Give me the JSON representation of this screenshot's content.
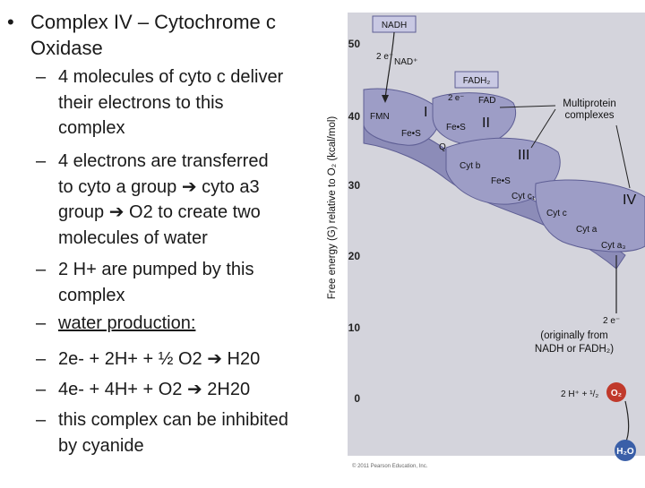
{
  "bullet": {
    "symbol": "•",
    "heading": "Complex IV – Cytochrome c Oxidase",
    "items": [
      {
        "dash": "–",
        "lines": [
          "4 molecules of cyto c deliver",
          "their electrons to this",
          "complex"
        ]
      },
      {
        "dash": "–",
        "lines": [
          "4 electrons are transferred",
          "to cyto a group ➔ cyto a3",
          "group ➔ O2 to create two",
          "molecules of water"
        ]
      },
      {
        "dash": "–",
        "lines": [
          "2 H+ are pumped by this",
          "complex"
        ]
      },
      {
        "dash": "–",
        "lines": [
          "water production:"
        ]
      },
      {
        "dash": "–",
        "lines": [
          "2e- + 2H+ + ½ O2 ➔ H20"
        ]
      },
      {
        "dash": "–",
        "lines": [
          "4e- + 4H+ + O2 ➔ 2H20"
        ]
      },
      {
        "dash": "–",
        "lines": [
          "this complex can be inhibited",
          "by cyanide"
        ]
      }
    ]
  },
  "diagram": {
    "y_axis_label": "Free energy (G) relative to O₂ (kcal/mol)",
    "y_ticks": [
      "50",
      "40",
      "30",
      "20",
      "10",
      "0"
    ],
    "nadh_box": "NADH",
    "labels": {
      "two_e_top": "2 e⁻",
      "nad_plus": "NAD⁺",
      "fadh2": "FADH₂",
      "two_e_fad": "2 e⁻",
      "fad": "FAD",
      "fmn": "FMN",
      "fes_1": "Fe•S",
      "fes_2": "Fe•S",
      "fes_3": "Fe•S",
      "q": "Q",
      "cyt_b": "Cyt b",
      "cyt_c1": "Cyt c₁",
      "cyt_c": "Cyt c",
      "cyt_a": "Cyt a",
      "cyt_a3": "Cyt a₃",
      "two_e_bottom": "2 e⁻",
      "originally_1": "(originally from",
      "originally_2": "NADH or FADH₂)",
      "protons_half": "2 H⁺ + ¹/₂",
      "o2": "O₂",
      "h2o": "H₂O",
      "copyright": "© 2011 Pearson Education, Inc."
    },
    "complexes": {
      "c1": "I",
      "c2": "II",
      "c3": "III",
      "c4": "IV"
    },
    "multiprotein": [
      "Multiprotein",
      "complexes"
    ],
    "colors": {
      "band": "#8c8cb8",
      "band_dark": "#5e5e94",
      "complex_box": "#c9c9e3",
      "panel": "#d4d4dc",
      "o2_red": "#c0392b",
      "h2o_blue": "#3a5fa8"
    }
  }
}
